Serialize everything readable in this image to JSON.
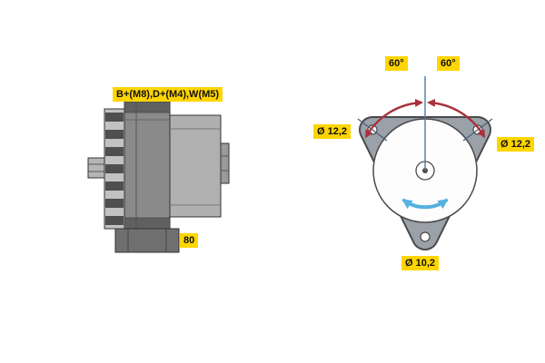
{
  "diagram": {
    "title": "alternator-technical-drawing",
    "side_view": {
      "terminal_label": "B+(M8),D+(M4),W(M5)",
      "width_dimension": "80"
    },
    "front_view": {
      "angle_left": "60°",
      "angle_right": "60°",
      "hole_dia_left": "Ø 12,2",
      "hole_dia_right": "Ø 12,2",
      "hole_dia_bottom": "Ø 10,2"
    },
    "colors": {
      "highlight_yellow": "#ffd500",
      "dimension_red": "#a8323e",
      "rotation_blue": "#56b0e0",
      "axis_blue": "#4a7aa8",
      "body_gray": "#8a8a8a",
      "flange_gray": "#9aa1a8"
    }
  }
}
